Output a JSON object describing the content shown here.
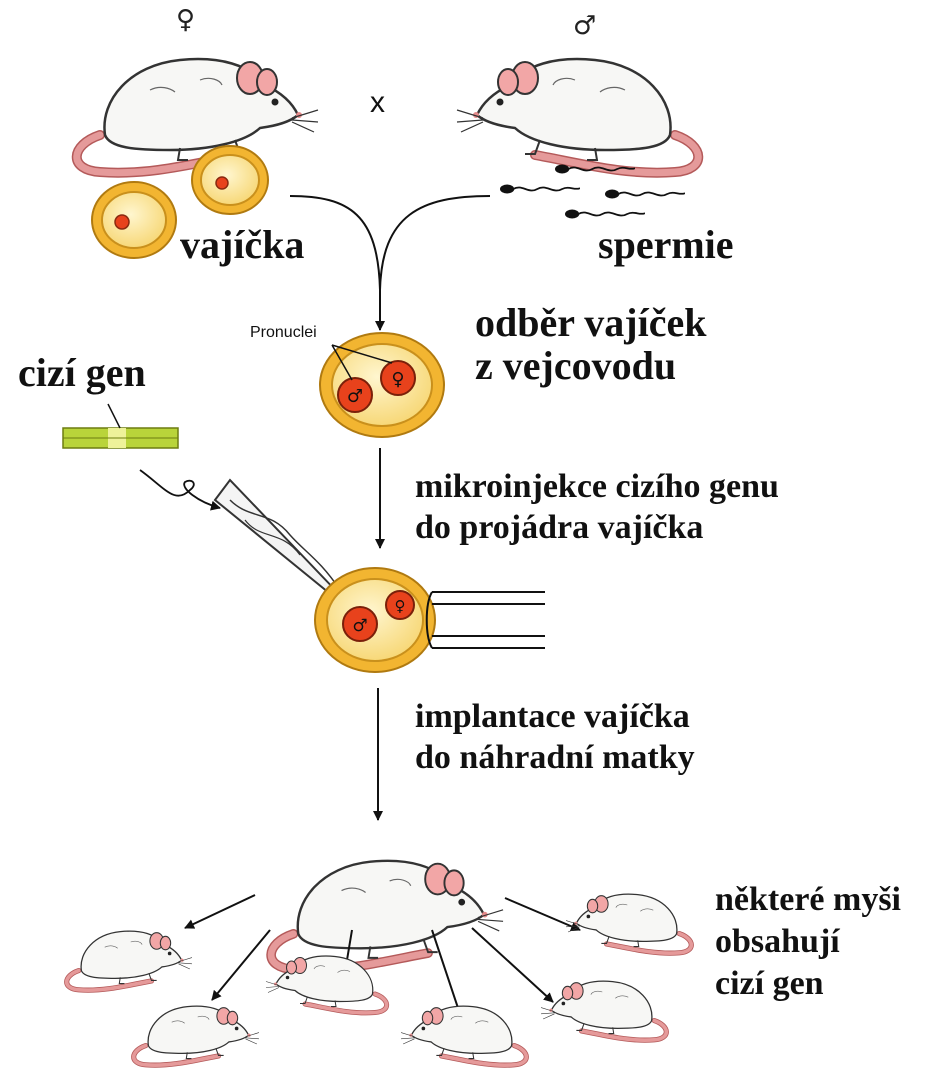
{
  "labels": {
    "female_symbol": "♀",
    "male_symbol": "♂",
    "cross": "x",
    "eggs": "vajíčka",
    "sperm": "spermie",
    "egg_collection_line1": "odběr  vajíček",
    "egg_collection_line2": "z vejcovodu",
    "pronuclei": "Pronuclei",
    "foreign_gene": "cizí gen",
    "microinjection_line1": "mikroinjekce cizího genu",
    "microinjection_line2": "do projádra vajíčka",
    "implantation_line1": "implantace vajíčka",
    "implantation_line2": "do náhradní matky",
    "result_line1": "některé myši",
    "result_line2": "obsahují",
    "result_line3": "cizí gen"
  },
  "colors": {
    "egg_outer": "#f2b531",
    "egg_inner": "#fbe7a0",
    "nucleus": "#e8421c",
    "mouse_body": "#f7f7f5",
    "mouse_outline": "#333333",
    "tail": "#e59a9a",
    "ear": "#f2a6a6",
    "gene_green": "#b9d43a",
    "gene_light": "#eef29a",
    "arrow": "#111111"
  }
}
